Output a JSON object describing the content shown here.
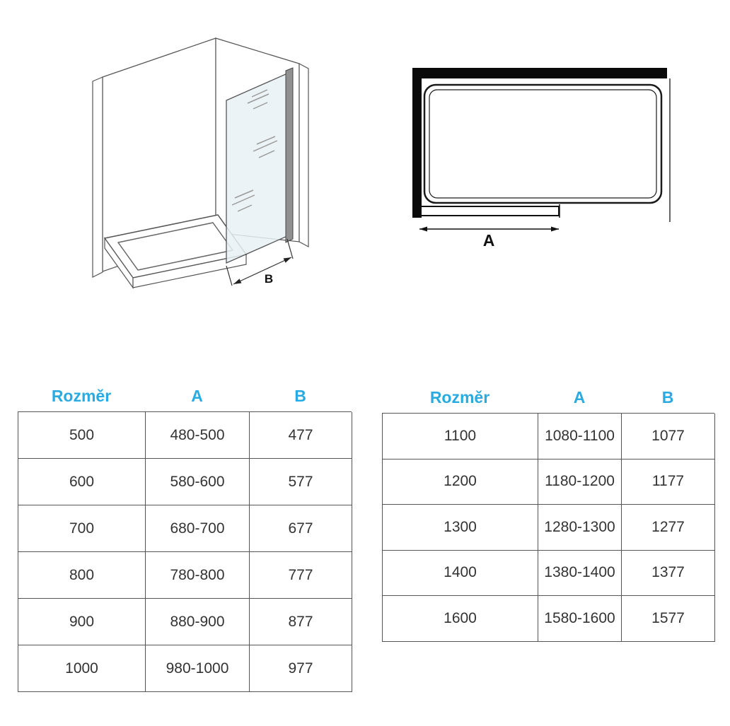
{
  "diagrams": {
    "iso": {
      "dimension_label_b": "B"
    },
    "plan": {
      "dimension_label_a": "A"
    }
  },
  "tables": {
    "left": {
      "headers": [
        "Rozměr",
        "A",
        "B"
      ],
      "rows": [
        [
          "500",
          "480-500",
          "477"
        ],
        [
          "600",
          "580-600",
          "577"
        ],
        [
          "700",
          "680-700",
          "677"
        ],
        [
          "800",
          "780-800",
          "777"
        ],
        [
          "900",
          "880-900",
          "877"
        ],
        [
          "1000",
          "980-1000",
          "977"
        ]
      ]
    },
    "right": {
      "headers": [
        "Rozměr",
        "A",
        "B"
      ],
      "rows": [
        [
          "1100",
          "1080-1100",
          "1077"
        ],
        [
          "1200",
          "1180-1200",
          "1177"
        ],
        [
          "1300",
          "1280-1300",
          "1277"
        ],
        [
          "1400",
          "1380-1400",
          "1377"
        ],
        [
          "1600",
          "1580-1600",
          "1577"
        ]
      ]
    }
  },
  "colors": {
    "header_accent": "#29ABE2",
    "line_color": "#444444",
    "wall_fill": "#0a0a0a"
  }
}
